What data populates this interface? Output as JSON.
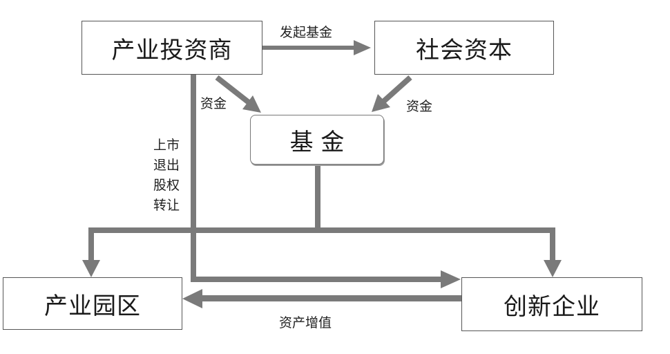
{
  "nodes": {
    "industrial_investor": "产业投资商",
    "social_capital": "社会资本",
    "fund": "基  金",
    "industrial_park": "产业园区",
    "innovative_enterprise": "创新企业"
  },
  "edges": {
    "initiate_fund": "发起基金",
    "investor_capital": "资金",
    "social_capital_funds": "资金",
    "asset_appreciation": "资产增值",
    "exit_lines": [
      "上市",
      "退出",
      "股权",
      "转让"
    ]
  },
  "colors": {
    "arrow": "#7a7a7a",
    "border": "#555555"
  }
}
